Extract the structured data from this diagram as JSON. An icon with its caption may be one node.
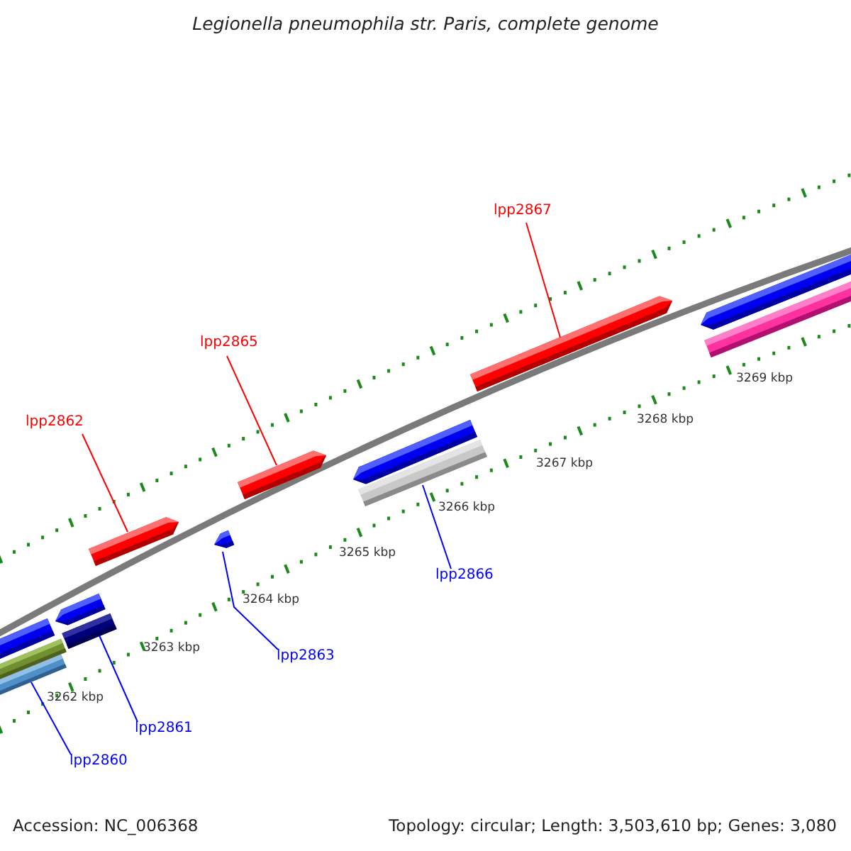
{
  "diagram": {
    "title": "Legionella pneumophila str. Paris, complete genome",
    "nodes": [
      {
        "text": [
          "lpp2867"
        ]
      },
      {
        "text": [
          "lpp2865"
        ]
      },
      {
        "text": [
          "lpp2862"
        ]
      },
      {
        "text": [
          "lpp2866"
        ]
      },
      {
        "text": [
          "lpp2863"
        ]
      },
      {
        "text": [
          "lpp2861"
        ]
      },
      {
        "text": [
          "lpp2860"
        ]
      },
      {
        "text": [],
        "shape": "bar"
      },
      {
        "text": [],
        "shape": "bar"
      },
      {
        "text": [],
        "shape": "bar"
      },
      {
        "text": [],
        "shape": "bar"
      },
      {
        "text": [],
        "shape": "bar"
      },
      {
        "text": [],
        "shape": "bar"
      },
      {
        "text": [],
        "shape": "bar"
      },
      {
        "text": [],
        "shape": "bar"
      },
      {
        "text": [],
        "shape": "bar"
      },
      {
        "text": [],
        "shape": "bar"
      },
      {
        "text": [],
        "shape": "bar"
      },
      {
        "text": [],
        "shape": "bar"
      },
      {
        "text": [],
        "shape": "bar"
      }
    ],
    "edges": [
      {
        "from": 0,
        "to": 17,
        "arrow": "none",
        "color": "#ff0000"
      },
      {
        "from": 1,
        "to": 14,
        "arrow": "none",
        "color": "#ff0000"
      },
      {
        "from": 2,
        "to": 12,
        "arrow": "none",
        "color": "#ff0000"
      },
      {
        "from": 3,
        "to": 16,
        "arrow": "none"
      },
      {
        "from": 4,
        "to": 13,
        "arrow": "none"
      },
      {
        "from": 5,
        "to": 11,
        "arrow": "none"
      },
      {
        "from": 6,
        "to": 8,
        "arrow": "none"
      }
    ],
    "labels": [
      "3269 kbp",
      "3268 kbp",
      "3267 kbp",
      "3266 kbp",
      "3265 kbp",
      "3264 kbp",
      "3263 kbp",
      "3262 kbp",
      "Accession: NC_006368",
      "Topology: circular; Length: 3,503,610 bp; Genes: 3,080"
    ]
  }
}
